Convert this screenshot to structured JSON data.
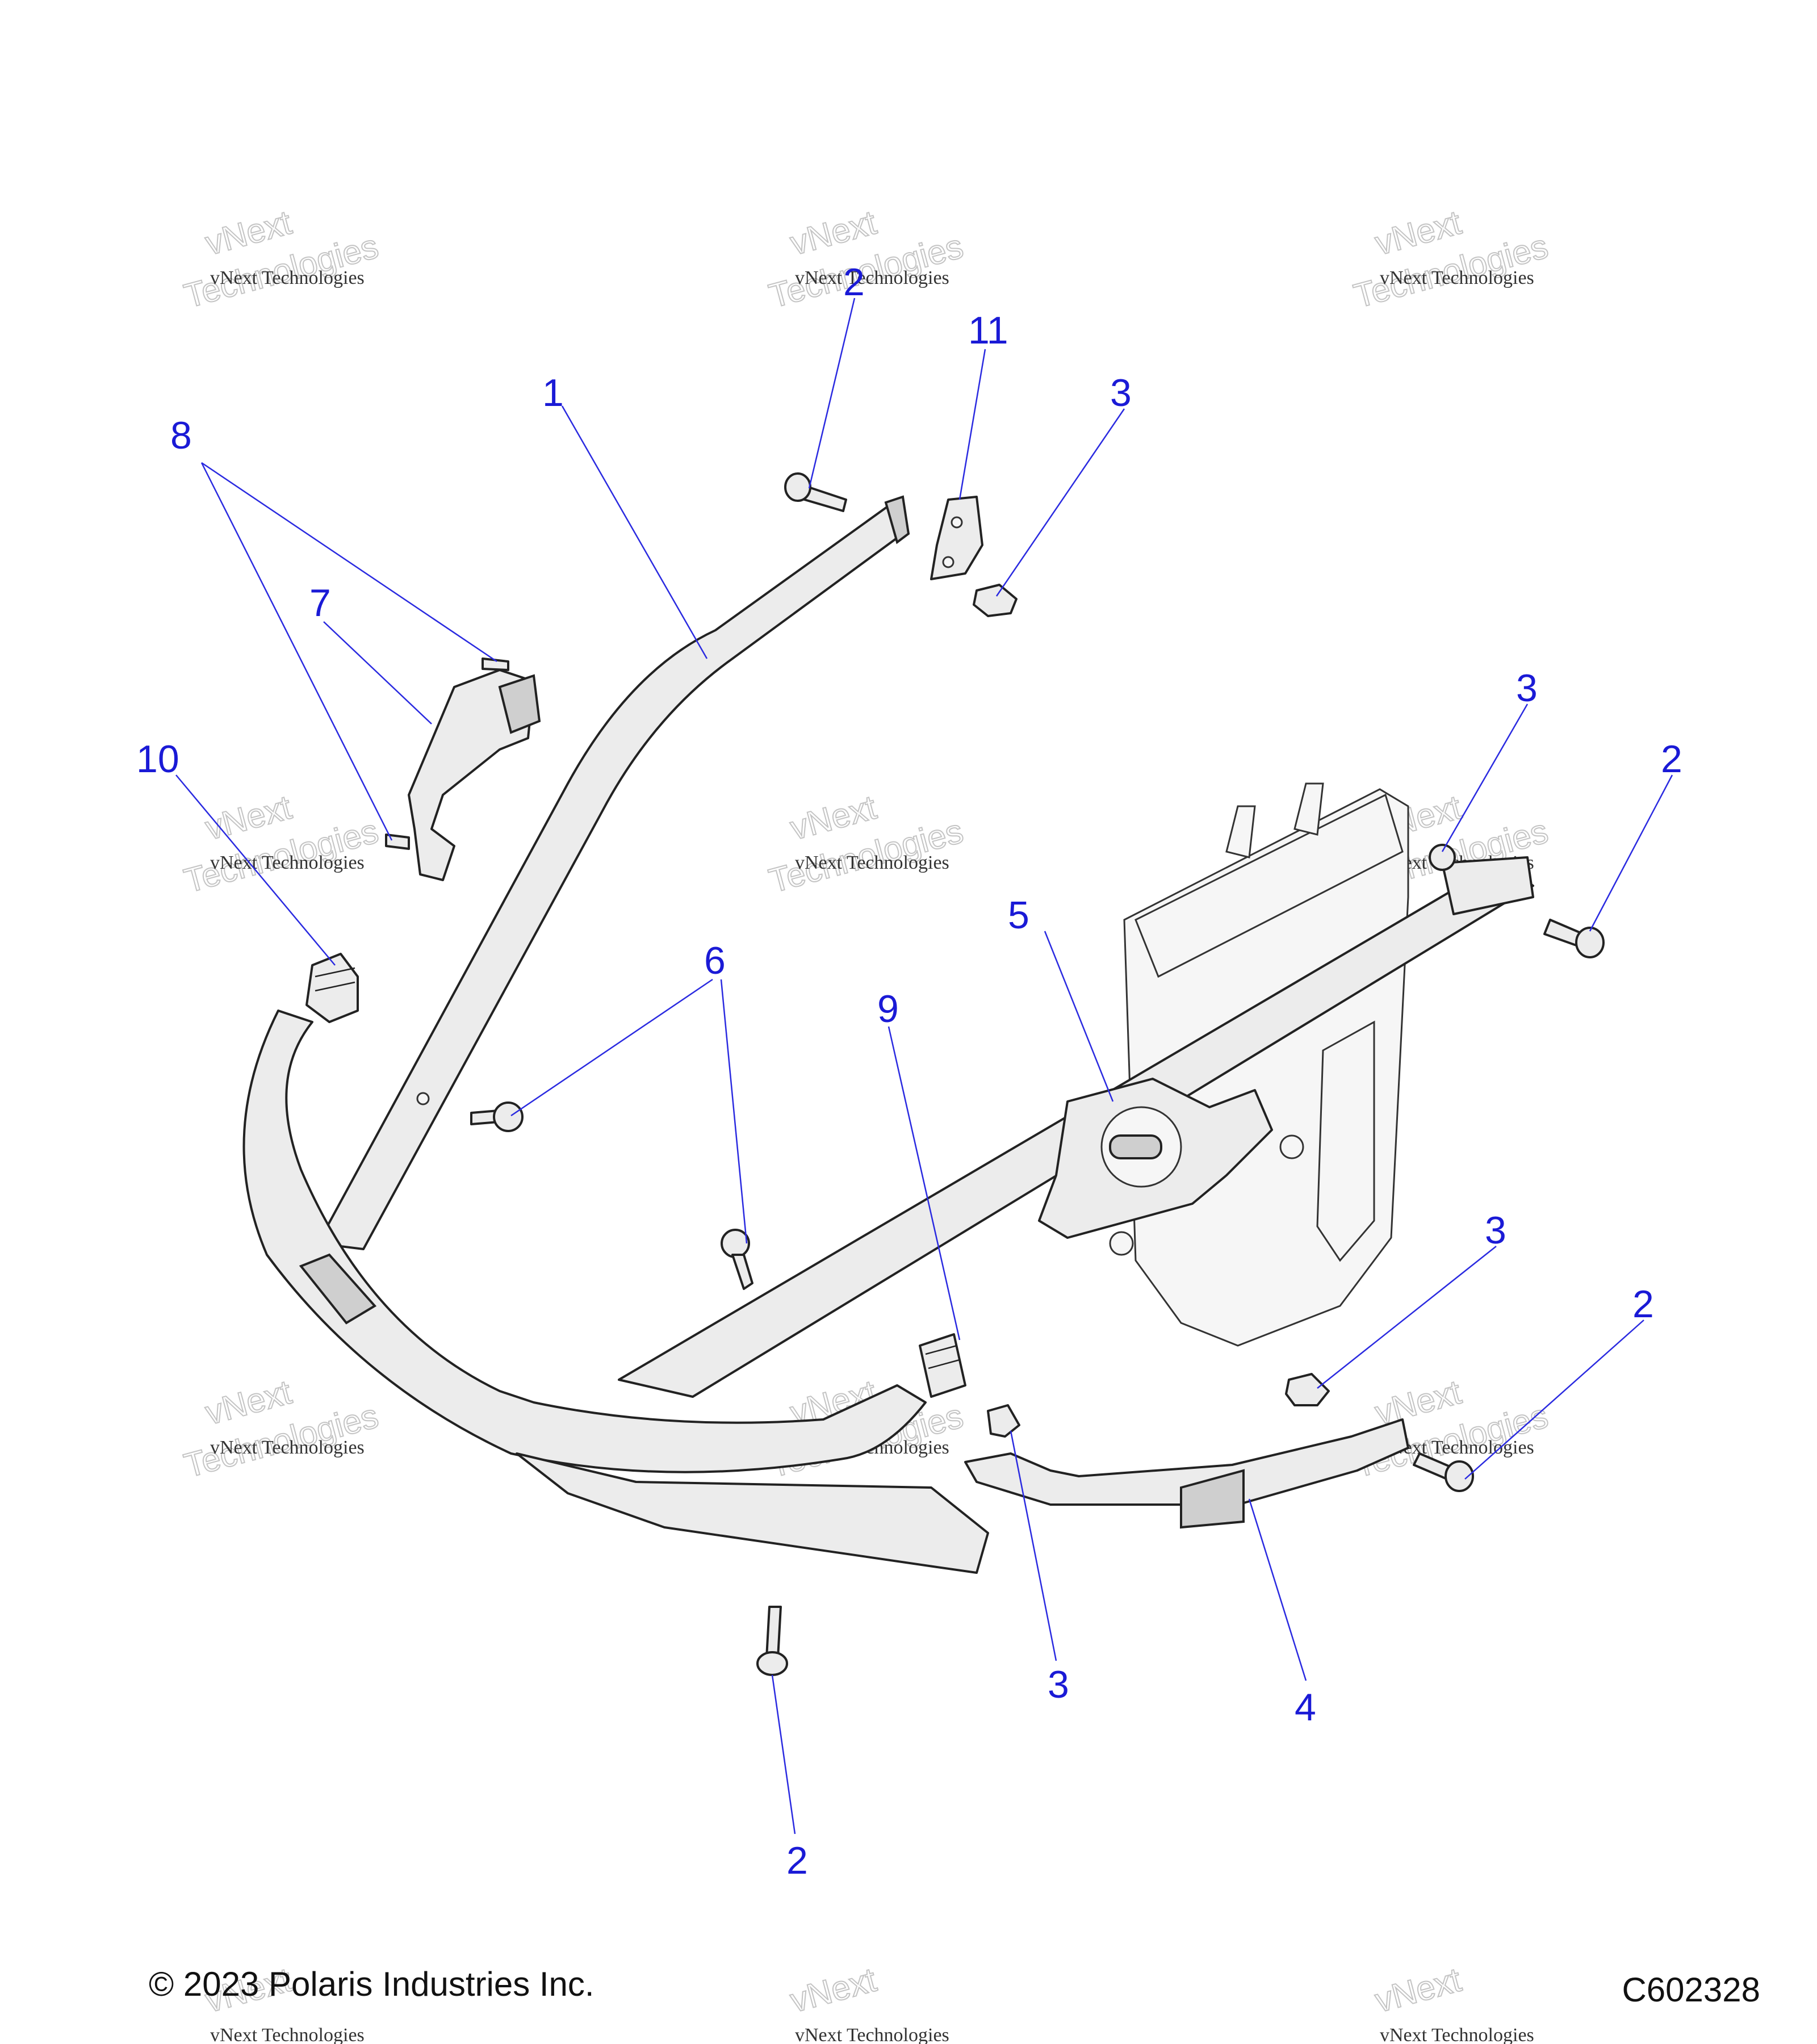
{
  "callouts": [
    {
      "id": "c1",
      "label": "1"
    },
    {
      "id": "c2a",
      "label": "2"
    },
    {
      "id": "c2b",
      "label": "2"
    },
    {
      "id": "c2c",
      "label": "2"
    },
    {
      "id": "c2d",
      "label": "2"
    },
    {
      "id": "c3a",
      "label": "3"
    },
    {
      "id": "c3b",
      "label": "3"
    },
    {
      "id": "c3c",
      "label": "3"
    },
    {
      "id": "c3d",
      "label": "3"
    },
    {
      "id": "c4",
      "label": "4"
    },
    {
      "id": "c5",
      "label": "5"
    },
    {
      "id": "c6",
      "label": "6"
    },
    {
      "id": "c7",
      "label": "7"
    },
    {
      "id": "c8",
      "label": "8"
    },
    {
      "id": "c9",
      "label": "9"
    },
    {
      "id": "c10",
      "label": "10"
    },
    {
      "id": "c11",
      "label": "11"
    }
  ],
  "watermark": {
    "line1": "vNext",
    "line2": "Technologies",
    "small": "vNext Technologies"
  },
  "footer": {
    "copyright": "© 2023 Polaris Industries Inc.",
    "drawing_number": "C602328"
  },
  "colors": {
    "callout": "#1a1ad6",
    "line": "#222222",
    "fill": "#ececec"
  }
}
